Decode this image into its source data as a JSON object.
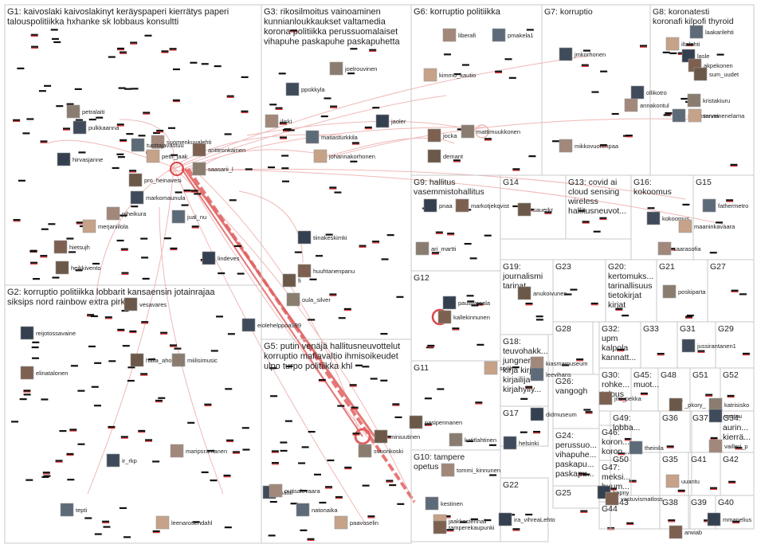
{
  "groups": [
    {
      "id": "G1",
      "label": "G1: kaivoslaki kaivoslakinyt keräyspaperi kierrätys paperi",
      "label2": "talouspolitiikka hxhanke sk lobbaus konsultti"
    },
    {
      "id": "G2",
      "label": "G2: korruptio politiikka lobbarit kansaensin jotainrajaa",
      "label2": "siksips nord rainbow extra pirkka"
    },
    {
      "id": "G3",
      "label": "G3: rikosilmoitus vainoaminen",
      "label2": "kunnianloukkaukset valtamedia",
      "label3": "korona politiikka perussuomalaiset",
      "label4": "vihapuhe paskapuhe paskapuhetta"
    },
    {
      "id": "G5",
      "label": "G5: putin venäjä hallitusneuvottelut",
      "label2": "korruptio mafiavaltio ihmisoikeudet",
      "label3": "ulpo turpo politiikka khl"
    },
    {
      "id": "G6",
      "label": "G6: korruptio politiikka"
    },
    {
      "id": "G7",
      "label": "G7: korruptio"
    },
    {
      "id": "G8",
      "label": "G8: koronatesti",
      "label2": "koronafi kilpofi thyroid"
    },
    {
      "id": "G9",
      "label": "G9: hallitus",
      "label2": "vasemmistohallitus"
    },
    {
      "id": "G10",
      "label": "G10: tampere",
      "label2": "opetus"
    },
    {
      "id": "G11",
      "label": "G11"
    },
    {
      "id": "G12",
      "label": "G12"
    },
    {
      "id": "G13",
      "label": "G13: covid ai",
      "label2": "cloud sensing",
      "label3": "wireless",
      "label4": "hallitusneuvot..."
    },
    {
      "id": "G14",
      "label": "G14"
    },
    {
      "id": "G15",
      "label": "G15"
    },
    {
      "id": "G16",
      "label": "G16:",
      "label2": "kokoomus"
    },
    {
      "id": "G17",
      "label": "G17"
    },
    {
      "id": "G18",
      "label": "G18:",
      "label2": "teuvohakk...",
      "label3": "jungner",
      "label4": "kirja kirjat",
      "label5": "kirjailija",
      "label6": "kirjahylly..."
    },
    {
      "id": "G19",
      "label": "G19:",
      "label2": "journalismi",
      "label3": "tarinat"
    },
    {
      "id": "G20",
      "label": "G20:",
      "label2": "kertomuks...",
      "label3": "tarinallisuus",
      "label4": "tietokirjat",
      "label5": "kirjat"
    },
    {
      "id": "G21",
      "label": "G21"
    },
    {
      "id": "G22",
      "label": "G22"
    },
    {
      "id": "G23",
      "label": "G23"
    },
    {
      "id": "G24",
      "label": "G24:",
      "label2": "perussuo...",
      "label3": "vihapuhe...",
      "label4": "paskapu...",
      "label5": "paskapu..."
    },
    {
      "id": "G25",
      "label": "G25"
    },
    {
      "id": "G26",
      "label": "G26:",
      "label2": "vangogh"
    },
    {
      "id": "G27",
      "label": "G27"
    },
    {
      "id": "G28",
      "label": "G28"
    },
    {
      "id": "G29",
      "label": "G29"
    },
    {
      "id": "G30",
      "label": "G30:",
      "label2": "rohke...",
      "label3": "talous"
    },
    {
      "id": "G31",
      "label": "G31"
    },
    {
      "id": "G32",
      "label": "G32:",
      "label2": "upm",
      "label3": "kalpola",
      "label4": "kannatt..."
    },
    {
      "id": "G33",
      "label": "G33"
    },
    {
      "id": "G34",
      "label": "G34:",
      "label2": "aurin...",
      "label3": "kierrä..."
    },
    {
      "id": "G35",
      "label": "G35"
    },
    {
      "id": "G36",
      "label": "G36"
    },
    {
      "id": "G37",
      "label": "G37"
    },
    {
      "id": "G38",
      "label": "G38"
    },
    {
      "id": "G39",
      "label": "G39"
    },
    {
      "id": "G40",
      "label": "G40"
    },
    {
      "id": "G41",
      "label": "G41"
    },
    {
      "id": "G42",
      "label": "G42"
    },
    {
      "id": "G43",
      "label": "G43"
    },
    {
      "id": "G44",
      "label": "G44"
    },
    {
      "id": "G45",
      "label": "G45:",
      "label2": "muot..."
    },
    {
      "id": "G46",
      "label": "G46:",
      "label2": "koron...",
      "label3": "koron..."
    },
    {
      "id": "G47",
      "label": "G47:",
      "label2": "meksi...",
      "label3": "huum..."
    },
    {
      "id": "G48",
      "label": "G48"
    },
    {
      "id": "G49",
      "label": "G49:",
      "label2": "lobba..."
    },
    {
      "id": "G50",
      "label": "G50"
    },
    {
      "id": "G51",
      "label": "G51"
    },
    {
      "id": "G52",
      "label": "G52"
    }
  ],
  "nodes": [
    {
      "label": "vesavares"
    },
    {
      "label": "petralaiti"
    },
    {
      "label": "pulkkaanna"
    },
    {
      "label": "suomenkuvalehti"
    },
    {
      "label": "tuottajavastuu"
    },
    {
      "label": "petri_jaak"
    },
    {
      "label": "hirvasjanne"
    },
    {
      "label": "anttironkainen"
    },
    {
      "label": "pro_heinavesi"
    },
    {
      "label": "saasarii_l"
    },
    {
      "label": "markomaunula"
    },
    {
      "label": "pjheikura"
    },
    {
      "label": "jual_nu"
    },
    {
      "label": "merjaniilola"
    },
    {
      "label": "lindeves"
    },
    {
      "label": "hietsujh"
    },
    {
      "label": "heikkivento"
    },
    {
      "label": "joelrouvinen"
    },
    {
      "label": "ppokkyla"
    },
    {
      "label": "jliski"
    },
    {
      "label": "matiasturkkila"
    },
    {
      "label": "johannakorhonen"
    },
    {
      "label": "tiinakeskimki"
    },
    {
      "label": "huuhtanenpanu"
    },
    {
      "label": "fi"
    },
    {
      "label": "oula_silver"
    },
    {
      "label": "eiolehelppoa999"
    },
    {
      "label": "liberafi"
    },
    {
      "label": "pmakela1"
    },
    {
      "label": "kimmo_kautio"
    },
    {
      "label": "jaoler"
    },
    {
      "label": "jocka"
    },
    {
      "label": "demant"
    },
    {
      "label": "mattimuukkonen"
    },
    {
      "label": "jmkorhonen"
    },
    {
      "label": "mikkovuorenpaa"
    },
    {
      "label": "laakarilehti"
    },
    {
      "label": "iltalehti"
    },
    {
      "label": "lasle"
    },
    {
      "label": "akpekonen"
    },
    {
      "label": "sum_uudet"
    },
    {
      "label": "kristakiuru"
    },
    {
      "label": "ollikotro"
    },
    {
      "label": "annakontul"
    },
    {
      "label": "marinsanna"
    },
    {
      "label": "terveinenelama"
    },
    {
      "label": "reijotossavaine"
    },
    {
      "label": "elinatalonen"
    },
    {
      "label": "halla_aho"
    },
    {
      "label": "miilisimusic"
    },
    {
      "label": "ir_rkp"
    },
    {
      "label": "maripsrantanen"
    },
    {
      "label": "tepti"
    },
    {
      "label": "leenarosendahl"
    },
    {
      "label": "pnaa"
    },
    {
      "label": "markotjekqvist"
    },
    {
      "label": "sauerkr"
    },
    {
      "label": "ari_martti"
    },
    {
      "label": "kokoomus"
    },
    {
      "label": "saarasofia"
    },
    {
      "label": "fathermetro"
    },
    {
      "label": "maaninkavaara"
    },
    {
      "label": "paulavesala"
    },
    {
      "label": "kallekinnunen"
    },
    {
      "label": "anukoivunen"
    },
    {
      "label": "poskiparta"
    },
    {
      "label": "jussirantanen1"
    },
    {
      "label": "kiasmamuseum"
    },
    {
      "label": "leevihans"
    },
    {
      "label": "soiiih"
    },
    {
      "label": "didmuseum"
    },
    {
      "label": "jmi_pekka"
    },
    {
      "label": "_pkory_"
    },
    {
      "label": "katrisisko"
    },
    {
      "label": "vastuu"
    },
    {
      "label": "vailleri_p"
    },
    {
      "label": "theinila"
    },
    {
      "label": "uuantu"
    },
    {
      "label": "mmanelius"
    },
    {
      "label": "arwiab"
    },
    {
      "label": "pasipennanen"
    },
    {
      "label": "katitlahtinen"
    },
    {
      "label": "helsinki"
    },
    {
      "label": "tommi_kinnunen"
    },
    {
      "label": "kestinen"
    },
    {
      "label": "jaakkostenhall"
    },
    {
      "label": "ira_vihreaLehto"
    },
    {
      "label": "tamperekaupunki"
    },
    {
      "label": "miniuutinen"
    },
    {
      "label": "svuorikoski"
    },
    {
      "label": "mattir"
    },
    {
      "label": "outisalovaara"
    },
    {
      "label": "natonaika"
    },
    {
      "label": "paavoselin"
    },
    {
      "label": "hppny"
    },
    {
      "label": "vastuvismatloss"
    }
  ]
}
